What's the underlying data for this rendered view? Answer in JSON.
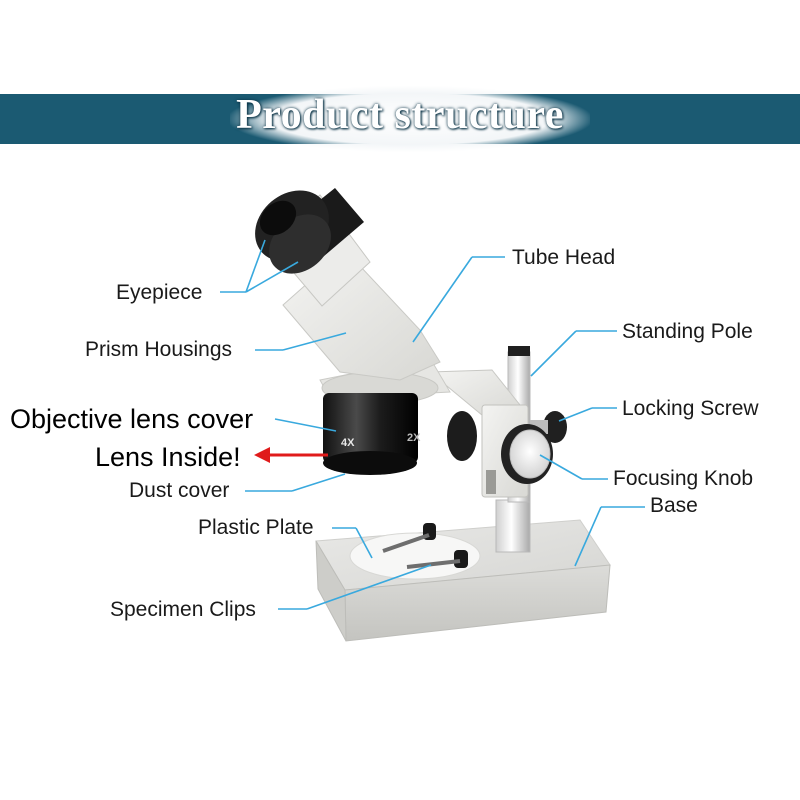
{
  "title": "Product structure",
  "labels": {
    "eyepiece": "Eyepiece",
    "prism_housings": "Prism Housings",
    "objective_lens_cover": "Objective lens cover",
    "lens_inside": "Lens Inside!",
    "dust_cover": "Dust cover",
    "plastic_plate": "Plastic Plate",
    "specimen_clips": "Specimen Clips",
    "tube_head": "Tube Head",
    "standing_pole": "Standing Pole",
    "locking_screw": "Locking Screw",
    "focusing_knob": "Focusing Knob",
    "base": "Base"
  },
  "objective_marks": {
    "left": "4X",
    "right": "2X"
  },
  "colors": {
    "banner": "#1b5a72",
    "leader_line": "#39a9de",
    "arrow": "#e01b1b"
  }
}
